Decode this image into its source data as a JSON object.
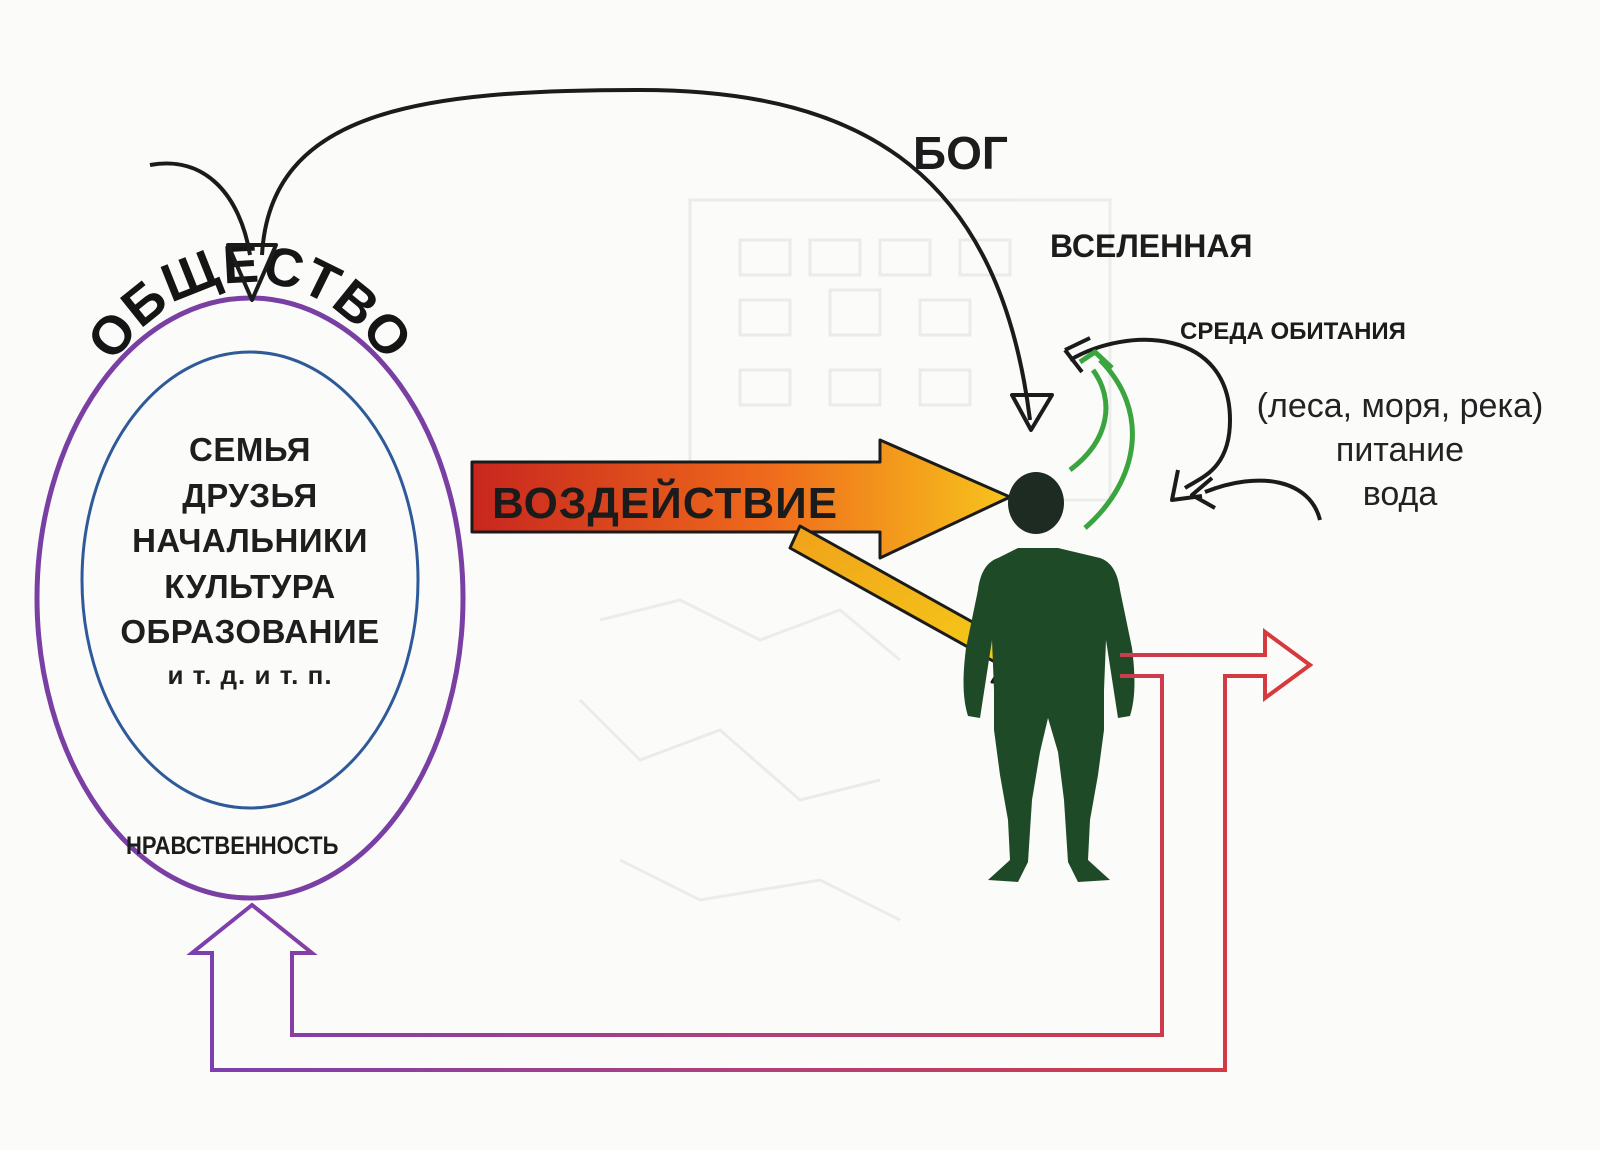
{
  "diagram": {
    "society": "ОБЩЕСТВО",
    "inner_items": [
      "СЕМЬЯ",
      "ДРУЗЬЯ",
      "НАЧАЛЬНИКИ",
      "КУЛЬТУРА",
      "ОБРАЗОВАНИЕ",
      "и т. д. и т. п."
    ],
    "morality": "НРАВСТВЕННОСТЬ",
    "influence": "ВОЗДЕЙСТВИЕ",
    "god": "БОГ",
    "universe": "ВСЕЛЕННАЯ",
    "habitat": "СРЕДА ОБИТАНИЯ",
    "habitat_items": [
      "(леса, моря, река)",
      "питание",
      "вода"
    ]
  },
  "colors": {
    "ellipse_outer": "#7a3fa3",
    "ellipse_inner": "#2f5a9a",
    "person": "#1f4a27",
    "person_head": "#1e2b22",
    "arrow_dark": "#1b1b1b",
    "arrow_green": "#3aa53f",
    "feedback_red": "#d63a3f",
    "feedback_purple": "#7a3fb0",
    "influence_start": "#d02a1f",
    "influence_end": "#f6c21a"
  }
}
